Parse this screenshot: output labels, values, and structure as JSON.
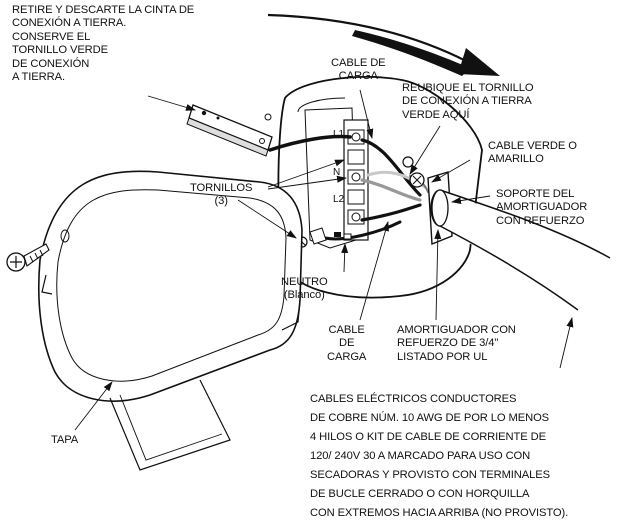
{
  "colors": {
    "ink": "#111111",
    "background": "#ffffff",
    "gray_wire": "#9a9a9a",
    "light_gray": "#c8c8c8"
  },
  "icons": [
    "screw-icon",
    "curved-arrow-icon"
  ],
  "labels": {
    "retire": "RETIRE Y DESCARTE LA CINTA DE\nCONEXIÓN A TIERRA.\nCONSERVE EL\nTORNILLO VERDE\nDE CONEXIÓN\nA TIERRA.",
    "cable_carga_top": "CABLE DE\nCARGA",
    "reubique": "REUBIQUE EL TORNILLO\nDE CONEXIÓN A TIERRA\nVERDE AQUÍ",
    "cable_verde": "CABLE VERDE O\nAMARILLO",
    "tornillos": "TORNILLOS\n(3)",
    "soporte": "SOPORTE DEL\nAMORTIGUADOR\nCON REFUERZO",
    "neutro": "NEUTRO\n(Blanco)",
    "cable_carga_bottom": "CABLE\nDE\nCARGA",
    "amortiguador": "AMORTIGUADOR CON\nREFUERZO DE 3/4\"\nLISTADO POR UL",
    "tapa": "TAPA",
    "cables_electricos": "CABLES ELÉCTRICOS CONDUCTORES\nDE COBRE NÚM. 10 AWG DE POR LO MENOS\n4 HILOS O KIT DE CABLE DE CORRIENTE DE\n120/ 240V 30 A MARCADO PARA USO CON\nSECADORAS Y PROVISTO CON TERMINALES\nDE BUCLE CERRADO O CON HORQUILLA\nCON EXTREMOS HACIA ARRIBA (NO PROVISTO).",
    "terminal_l1": "L1",
    "terminal_n": "N",
    "terminal_l2": "L2"
  }
}
